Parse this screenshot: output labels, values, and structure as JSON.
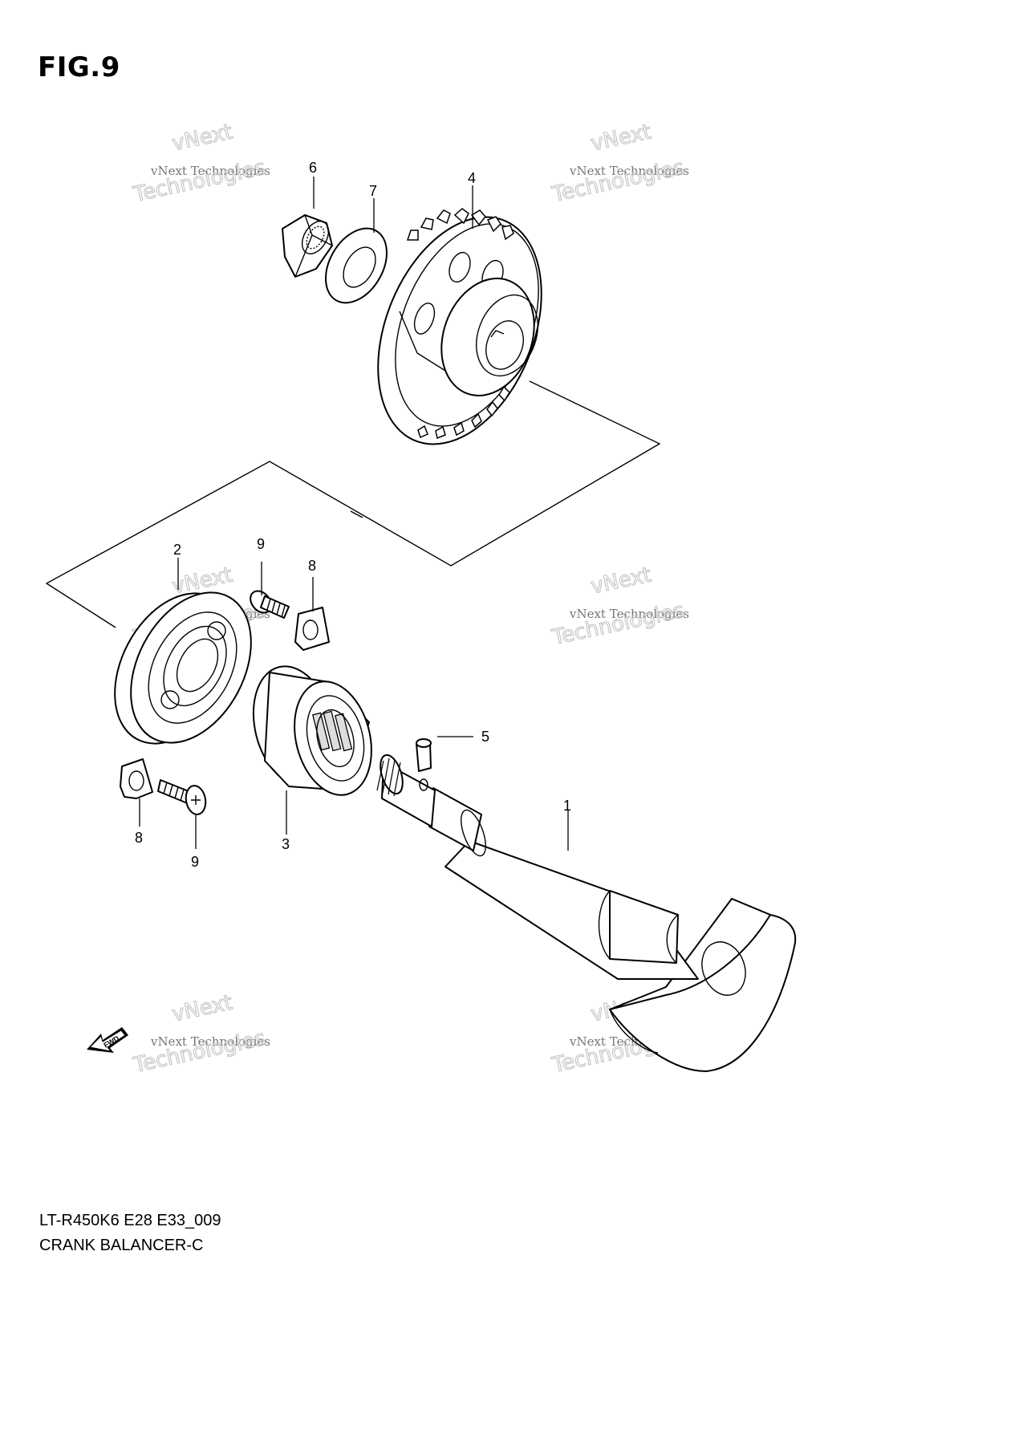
{
  "figure_label": "FIG.9",
  "footer": {
    "model_code": "LT-R450K6 E28 E33_009",
    "diagram_name": "CRANK BALANCER-C"
  },
  "fwd_label": "FWD",
  "callouts": [
    {
      "id": "callout-1",
      "text": "1"
    },
    {
      "id": "callout-2",
      "text": "2"
    },
    {
      "id": "callout-3",
      "text": "3"
    },
    {
      "id": "callout-4",
      "text": "4"
    },
    {
      "id": "callout-5",
      "text": "5"
    },
    {
      "id": "callout-6",
      "text": "6"
    },
    {
      "id": "callout-7",
      "text": "7"
    },
    {
      "id": "callout-8a",
      "text": "8"
    },
    {
      "id": "callout-8b",
      "text": "8"
    },
    {
      "id": "callout-9a",
      "text": "9"
    },
    {
      "id": "callout-9b",
      "text": "9"
    }
  ],
  "watermark": {
    "line_small": "vNext Technologies",
    "line_big_1": "vNext",
    "line_big_2": "Technologies"
  }
}
